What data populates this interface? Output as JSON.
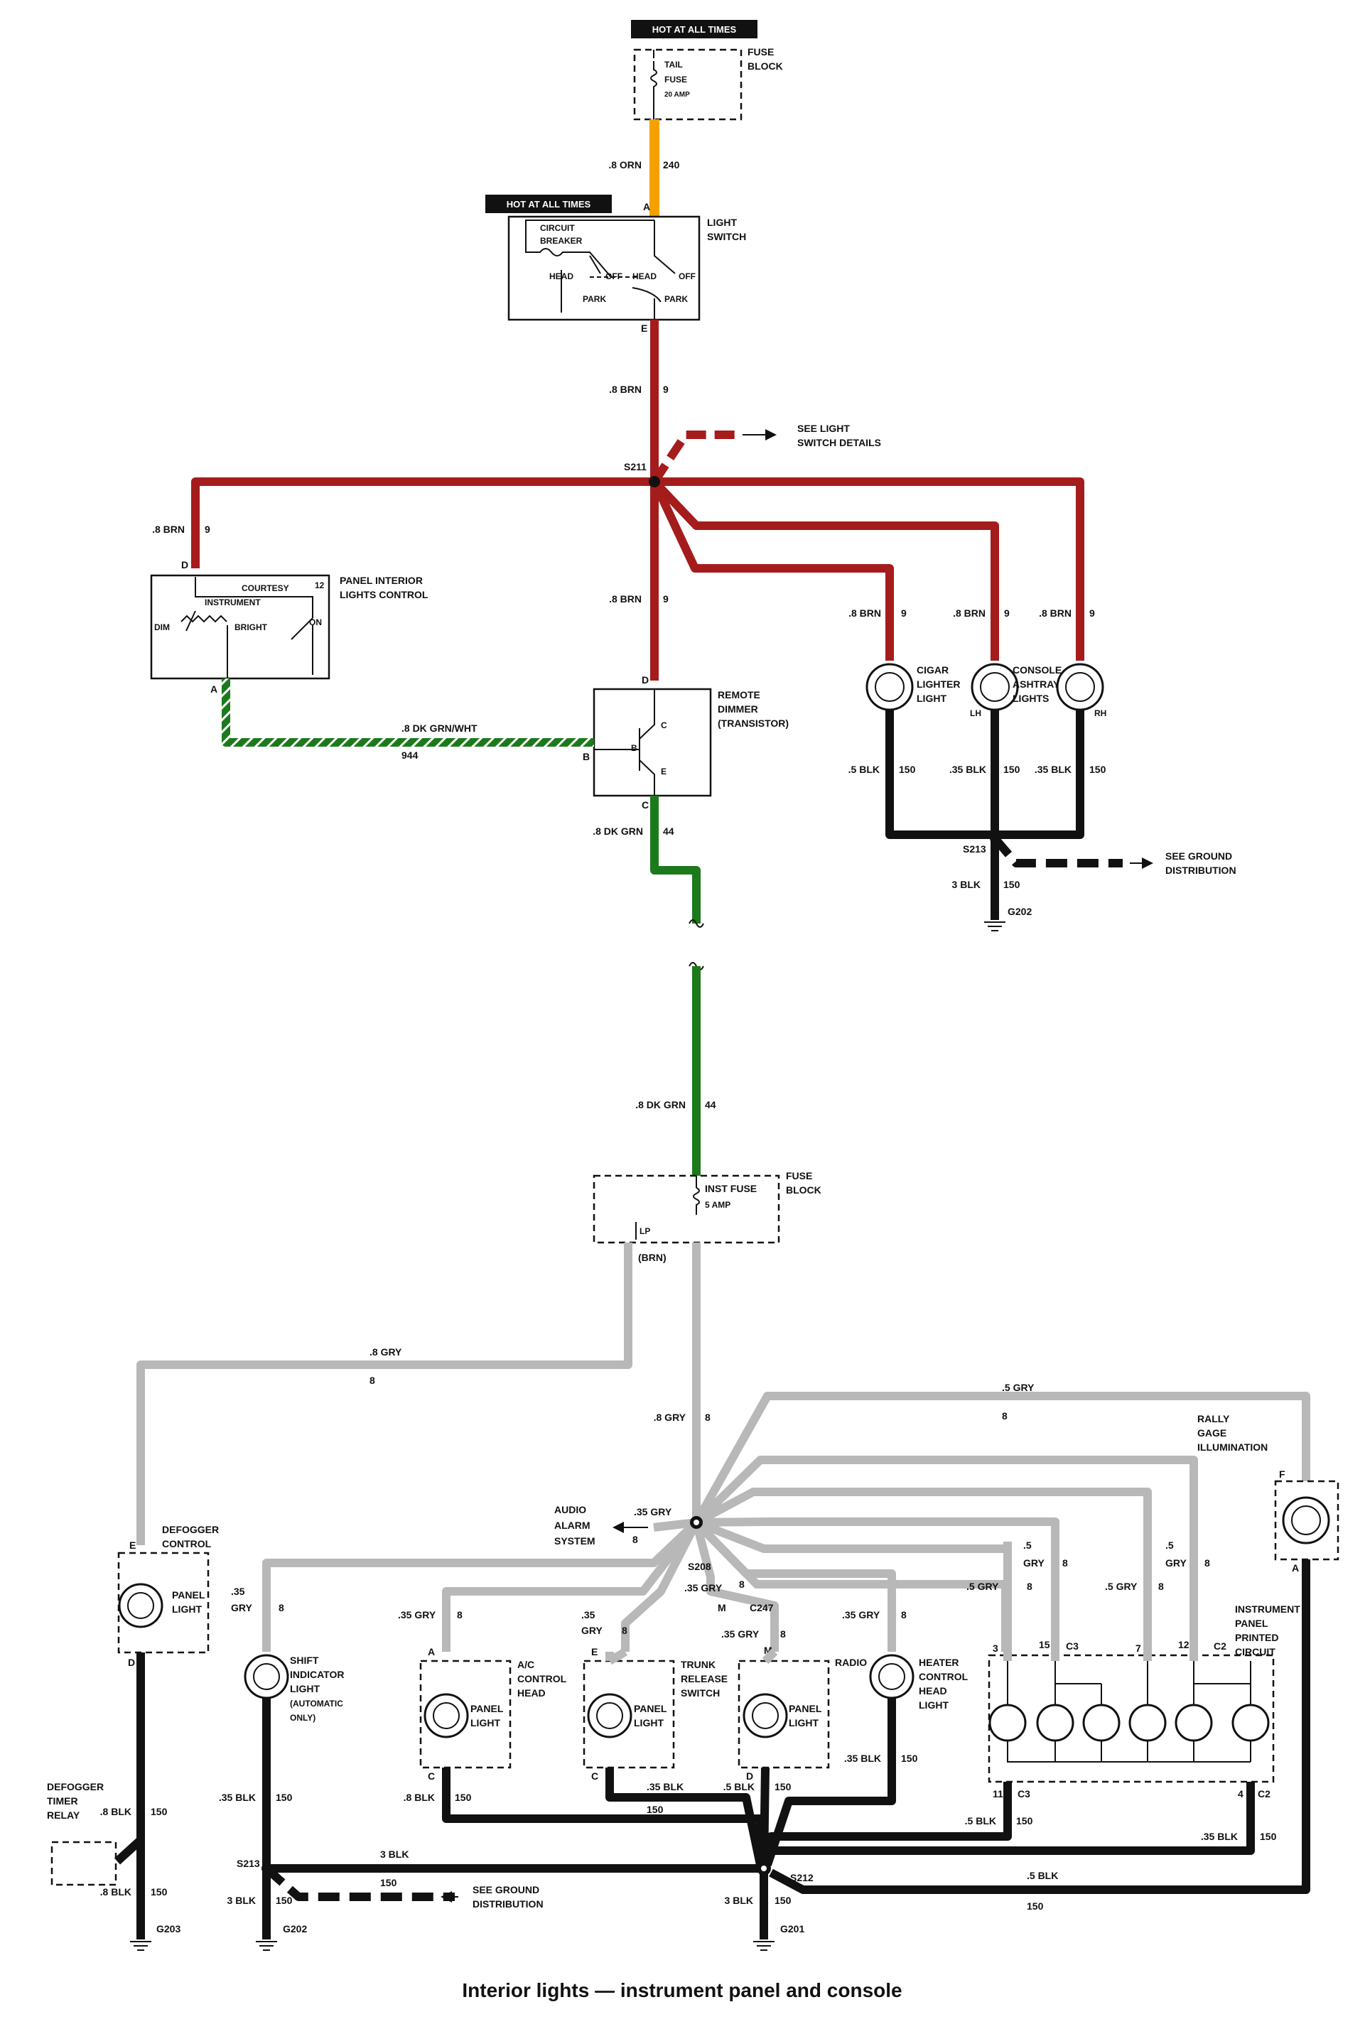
{
  "title": "Interior lights — instrument panel and console",
  "hot_labels": [
    "HOT AT ALL TIMES",
    "HOT AT ALL TIMES"
  ],
  "fuse_top": {
    "name1": "TAIL",
    "name2": "FUSE",
    "rating": "20 AMP",
    "block1": "FUSE",
    "block2": "BLOCK"
  },
  "wire_orn": {
    "gauge": ".8 ORN",
    "circuit": "240"
  },
  "light_switch": {
    "pin_in": "A",
    "pin_out": "E",
    "name1": "LIGHT",
    "name2": "SWITCH",
    "cb1": "CIRCUIT",
    "cb2": "BREAKER",
    "head1": "HEAD",
    "off1": "OFF",
    "park1": "PARK",
    "head2": "HEAD",
    "off2": "OFF",
    "park2": "PARK"
  },
  "wire_brn1": {
    "gauge": ".8 BRN",
    "circuit": "9"
  },
  "splice_s211": "S211",
  "see_light_switch": [
    "SEE LIGHT",
    "SWITCH DETAILS"
  ],
  "wire_brn_left": {
    "gauge": ".8 BRN",
    "circuit": "9"
  },
  "panel_control": {
    "pin_top": "D",
    "pin_bottom": "A",
    "name1": "PANEL  INTERIOR",
    "name2": "LIGHTS CONTROL",
    "courtesy": "COURTESY",
    "instrument": "INSTRUMENT",
    "dim": "DIM",
    "bright": "BRIGHT",
    "on": "ON",
    "pin12": "12"
  },
  "wire_brn_mid": {
    "gauge": ".8 BRN",
    "circuit": "9"
  },
  "remote_dimmer": {
    "pin_d": "D",
    "pin_c": "C",
    "pin_b": "B",
    "name1": "REMOTE",
    "name2": "DIMMER",
    "name3": "(TRANSISTOR)",
    "b": "B",
    "c": "C",
    "e": "E"
  },
  "wire_grn_wht": {
    "gauge": ".8 DK GRN/WHT",
    "circuit": "944"
  },
  "wire_grn_44a": {
    "gauge": ".8 DK GRN",
    "circuit": "44"
  },
  "wire_brn_cigar": {
    "gauge": ".8 BRN",
    "circuit": "9"
  },
  "wire_brn_lh": {
    "gauge": ".8 BRN",
    "circuit": "9"
  },
  "wire_brn_rh": {
    "gauge": ".8 BRN",
    "circuit": "9"
  },
  "cigar": {
    "name1": "CIGAR",
    "name2": "LIGHTER",
    "name3": "LIGHT"
  },
  "ashtray": {
    "name1": "CONSOLE",
    "name2": "ASHTRAY",
    "name3": "LIGHTS",
    "lh": "LH",
    "rh": "RH"
  },
  "wire_blk_cigar": {
    "gauge": ".5 BLK",
    "circuit": "150"
  },
  "wire_blk_lh": {
    "gauge": ".35 BLK",
    "circuit": "150"
  },
  "wire_blk_rh": {
    "gauge": ".35 BLK",
    "circuit": "150"
  },
  "splice_s213_top": "S213",
  "see_ground_top": [
    "SEE GROUND",
    "DISTRIBUTION"
  ],
  "wire_blk_3_top": {
    "gauge": "3 BLK",
    "circuit": "150"
  },
  "ground_g202_top": "G202",
  "wire_grn_44b": {
    "gauge": ".8 DK GRN",
    "circuit": "44"
  },
  "fuse_inst": {
    "name": "INST FUSE",
    "rating": "5 AMP",
    "lp": "LP",
    "brn": "(BRN)",
    "block1": "FUSE",
    "block2": "BLOCK"
  },
  "wire_gry_8_left": {
    "gauge": ".8 GRY",
    "circuit": "8"
  },
  "wire_gry_8_mid": {
    "gauge": ".8 GRY",
    "circuit": "8"
  },
  "wire_gry_5_rally": {
    "gauge": ".5 GRY",
    "circuit": "8"
  },
  "rally": {
    "name1": "RALLY",
    "name2": "GAGE",
    "name3": "ILLUMINATION",
    "pin_f": "F",
    "pin_a": "A"
  },
  "audio": {
    "name1": "AUDIO",
    "name2": "ALARM",
    "name3": "SYSTEM",
    "gauge": ".35 GRY",
    "circuit": "8"
  },
  "splice_s208": "S208",
  "wire_gry_shift": {
    "gauge": ".35",
    "gauge2": "GRY",
    "circuit": "8"
  },
  "wire_gry_ac": {
    "gauge": ".35 GRY",
    "circuit": "8"
  },
  "wire_gry_trunk": {
    "gauge": ".35",
    "gauge2": "GRY",
    "circuit": "8"
  },
  "wire_gry_c247": {
    "gauge": ".35 GRY",
    "circuit": "8",
    "conn": "C247",
    "pin_m": "M"
  },
  "wire_gry_radio": {
    "gauge": ".35 GRY",
    "circuit": "8",
    "pin_m": "M"
  },
  "wire_gry_heater": {
    "gauge": ".35 GRY",
    "circuit": "8"
  },
  "wire_gry_c3a": {
    "gauge": ".5 GRY",
    "circuit": "8"
  },
  "wire_gry_c3b": {
    "gauge": ".5",
    "gauge2": "GRY",
    "circuit": "8"
  },
  "wire_gry_c2a": {
    "gauge": ".5 GRY",
    "circuit": "8"
  },
  "wire_gry_c2b": {
    "gauge": ".5",
    "gauge2": "GRY",
    "circuit": "8"
  },
  "defogger": {
    "name1": "DEFOGGER",
    "name2": "CONTROL",
    "panel1": "PANEL",
    "panel2": "LIGHT",
    "pin_e": "E",
    "pin_d": "D"
  },
  "shift": {
    "name1": "SHIFT",
    "name2": "INDICATOR",
    "name3": "LIGHT",
    "name4": "(AUTOMATIC",
    "name5": "ONLY)"
  },
  "ac": {
    "name1": "A/C",
    "name2": "CONTROL",
    "name3": "HEAD",
    "panel1": "PANEL",
    "panel2": "LIGHT",
    "pin_a": "A",
    "pin_c": "C"
  },
  "trunk": {
    "name1": "TRUNK",
    "name2": "RELEASE",
    "name3": "SWITCH",
    "panel1": "PANEL",
    "panel2": "LIGHT",
    "pin_e": "E",
    "pin_c": "C"
  },
  "radio": {
    "name1": "RADIO",
    "panel1": "PANEL",
    "panel2": "LIGHT",
    "pin_d": "D"
  },
  "heater": {
    "name1": "HEATER",
    "name2": "CONTROL",
    "name3": "HEAD",
    "name4": "LIGHT"
  },
  "cluster": {
    "name1": "INSTRUMENT",
    "name2": "PANEL",
    "name3": "PRINTED",
    "name4": "CIRCUIT",
    "pin3": "3",
    "pin15": "15",
    "c3": "C3",
    "pin7": "7",
    "pin12": "12",
    "c2": "C2",
    "pin11": "11",
    "c3b": "C3",
    "pin4": "4",
    "c2b": "C2"
  },
  "defog_relay": {
    "name1": "DEFOGGER",
    "name2": "TIMER",
    "name3": "RELAY"
  },
  "wire_blk_defog": {
    "gauge": ".8 BLK",
    "circuit": "150"
  },
  "wire_blk_defog2": {
    "gauge": ".8 BLK",
    "circuit": "150"
  },
  "ground_g203": "G203",
  "wire_blk_shift": {
    "gauge": ".35 BLK",
    "circuit": "150"
  },
  "wire_blk_ac": {
    "gauge": ".8 BLK",
    "circuit": "150"
  },
  "wire_blk_trunk": {
    "gauge": ".35 BLK",
    "circuit": "150"
  },
  "wire_blk_radio": {
    "gauge": ".5 BLK",
    "circuit": "150"
  },
  "wire_blk_heater": {
    "gauge": ".35 BLK",
    "circuit": "150"
  },
  "wire_blk_c3": {
    "gauge": ".5 BLK",
    "circuit": "150"
  },
  "wire_blk_c2": {
    "gauge": ".35 BLK",
    "circuit": "150"
  },
  "wire_blk_rally": {
    "gauge": ".5 BLK",
    "circuit": "150"
  },
  "wire_blk_3_bus": {
    "gauge": "3 BLK"
  },
  "wire_150_dash": "150",
  "splice_s213_bot": "S213",
  "see_ground_bot": [
    "SEE GROUND",
    "DISTRIBUTION"
  ],
  "wire_blk_3_s213": {
    "gauge": "3 BLK",
    "circuit": "150"
  },
  "ground_g202_bot": "G202",
  "splice_s212": "S212",
  "wire_blk_3_s212": {
    "gauge": "3 BLK",
    "circuit": "150"
  },
  "ground_g201": "G201",
  "colors": {
    "orange": "#f4a000",
    "brown": "#a51c1c",
    "green": "#1c7a1c",
    "gray": "#b8b8b8",
    "black": "#111111"
  }
}
